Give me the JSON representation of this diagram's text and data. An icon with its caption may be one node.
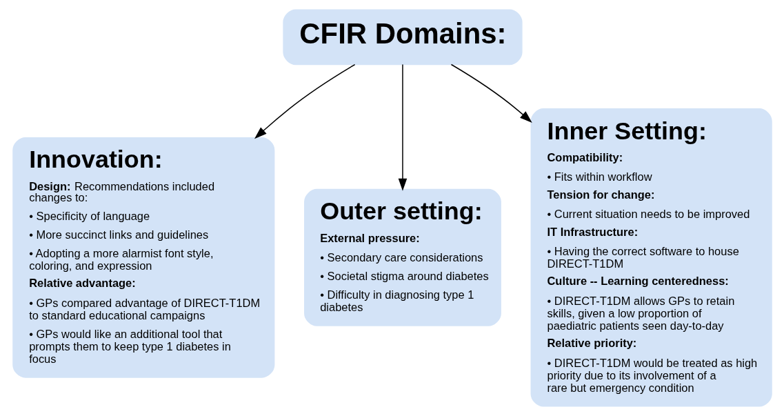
{
  "diagram": {
    "nodes": [
      {
        "text": [
          "CFIR Domains:"
        ]
      },
      {
        "text": [
          "Innovation:",
          "**Design:** Recommendations included changes to:",
          "• Specificity of language",
          "• More succinct links and guidelines",
          "• Adopting a more alarmist font style, coloring, and expression",
          "**Relative advantage:**",
          "• GPs compared advantage of DIRECT-T1DM to standard educational campaigns",
          "• GPs would like an additional tool that prompts them to keep type 1 diabetes in focus"
        ]
      },
      {
        "text": [
          "Outer setting:",
          "**External pressure:**",
          "• Secondary care considerations",
          "• Societal stigma around diabetes",
          "• Difficulty in diagnosing type 1 diabetes"
        ]
      },
      {
        "text": [
          "Inner Setting:",
          "**Compatibility:**",
          "• Fits within workflow",
          "**Tension for change:**",
          "• Current situation needs to be improved",
          "**IT Infrastructure:**",
          "• Having the correct software to house DIRECT-T1DM",
          "**Culture -- Learning centeredness:**",
          "• DIRECT-T1DM allows GPs to retain skills, given a low proportion of paediatric patients seen day-to-day",
          "**Relative priority:**",
          "• DIRECT-T1DM would be treated as high priority due to its involvement of a rare but emergency condition"
        ]
      }
    ],
    "edges": [
      {
        "from": 0,
        "to": 1,
        "arrow": "to"
      },
      {
        "from": 0,
        "to": 2,
        "arrow": "to"
      },
      {
        "from": 0,
        "to": 3,
        "arrow": "to"
      }
    ]
  }
}
